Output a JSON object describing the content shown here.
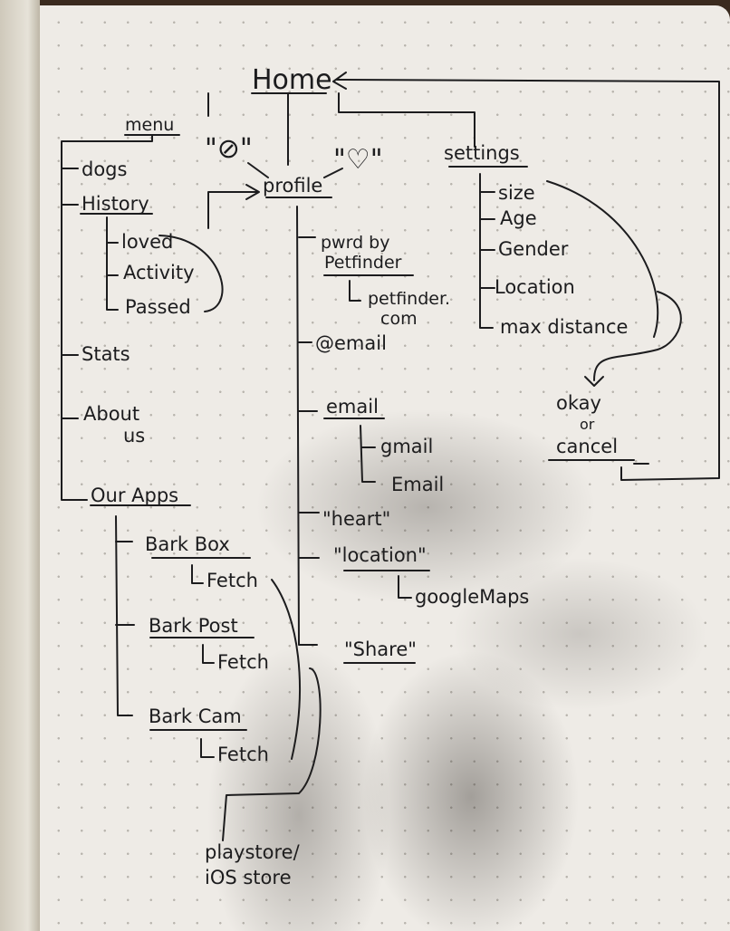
{
  "nodes": {
    "home": "Home",
    "menu": "menu",
    "dogs": "dogs",
    "history": "History",
    "loved": "loved",
    "activity": "Activity",
    "passed": "Passed",
    "stats": "Stats",
    "about_1": "About",
    "about_2": "us",
    "our_apps": "Our Apps",
    "bark_box": "Bark Box",
    "bark_box_fetch": "Fetch",
    "bark_post": "Bark Post",
    "bark_post_fetch": "Fetch",
    "bark_cam": "Bark Cam",
    "bark_cam_fetch": "Fetch",
    "store_1": "playstore/",
    "store_2": "iOS store",
    "dislike": "\"⊘\"",
    "like": "\"♡\"",
    "profile": "profile",
    "pwrd_1": "pwrd by",
    "pwrd_2": "Petfinder",
    "petfinder_1": "petfinder.",
    "petfinder_2": "com",
    "at_email": "@email",
    "email": "email",
    "gmail": "gmail",
    "email_sub": "Email",
    "heart": "\"heart\"",
    "location": "\"location\"",
    "google_maps": "googleMaps",
    "share": "\"Share\"",
    "settings": "settings",
    "size": "size",
    "age": "Age",
    "gender": "Gender",
    "setting_location": "Location",
    "max_distance": "max distance",
    "okay": "okay",
    "or": "or",
    "cancel": "cancel"
  }
}
